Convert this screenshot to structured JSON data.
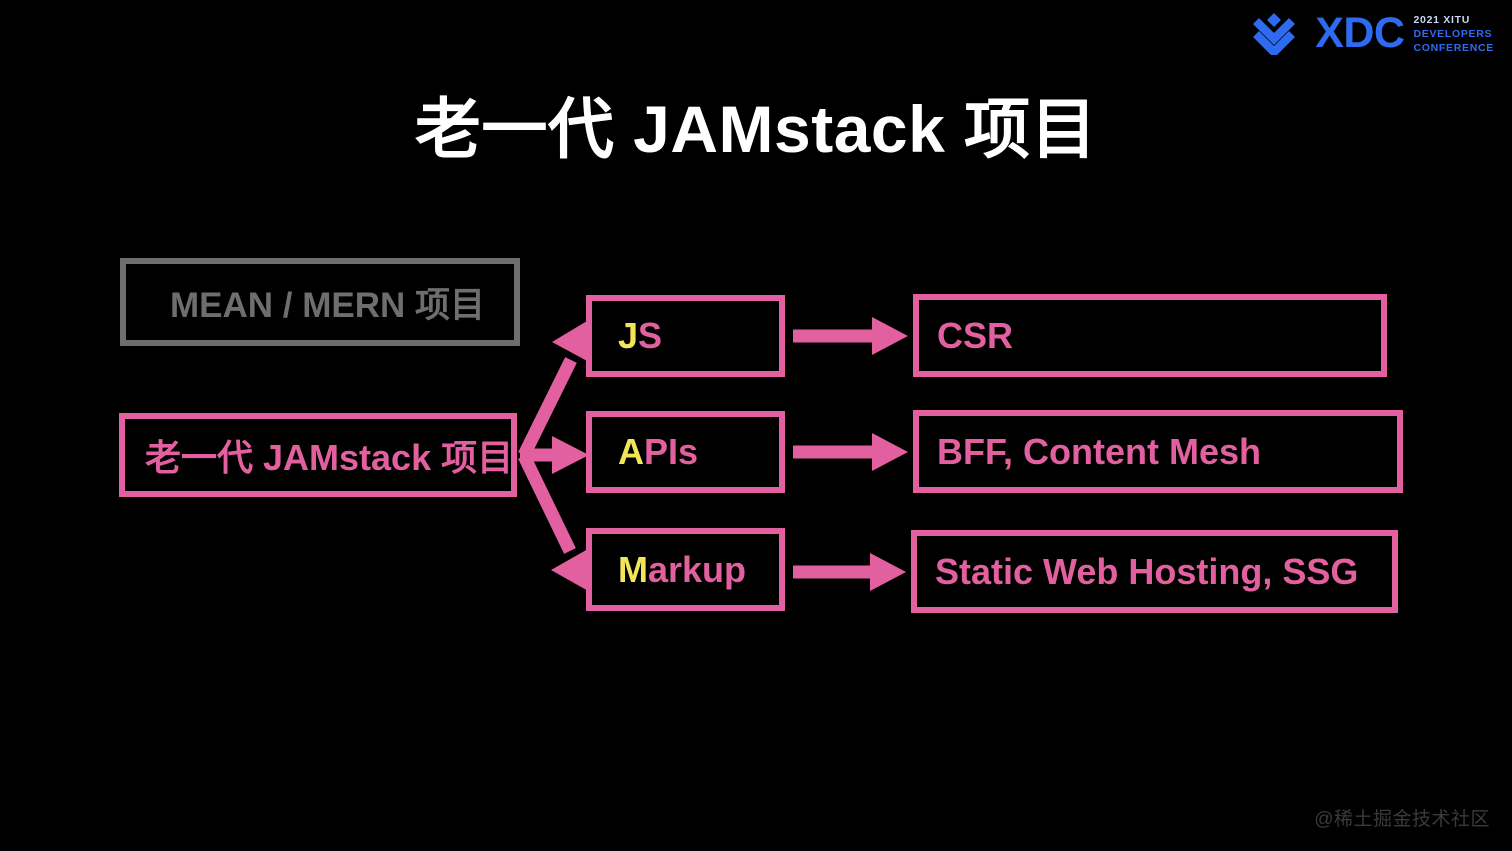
{
  "slide": {
    "title": "老一代 JAMstack 项目",
    "background_color": "#000000",
    "watermark": "@稀土掘金技术社区"
  },
  "brand": {
    "wordmark": "XDC",
    "line1": "2021 XITU",
    "line2": "DEVELOPERS",
    "line3": "CONFERENCE",
    "color": "#2f6bf0"
  },
  "colors": {
    "pink": "#e2609f",
    "yellow": "#f2e55a",
    "gray": "#6e6e6e",
    "white": "#ffffff"
  },
  "diagram": {
    "left_column": [
      {
        "id": "mean",
        "text": "MEAN / MERN 项目",
        "state": "inactive",
        "color": "#6e6e6e"
      },
      {
        "id": "jamstack",
        "text": "老一代 JAMstack 项目",
        "state": "active",
        "color": "#e2609f"
      }
    ],
    "middle_column": [
      {
        "id": "js",
        "initial": "J",
        "rest": "S",
        "text": "JS"
      },
      {
        "id": "apis",
        "initial": "A",
        "rest": "PIs",
        "text": "APIs"
      },
      {
        "id": "markup",
        "initial": "M",
        "rest": "arkup",
        "text": "Markup"
      }
    ],
    "right_column": [
      {
        "id": "csr",
        "text": "CSR"
      },
      {
        "id": "bff",
        "text": "BFF, Content Mesh"
      },
      {
        "id": "ssg",
        "text": "Static Web Hosting, SSG"
      }
    ],
    "connections": [
      {
        "from": "jamstack",
        "to": "js",
        "style": "diagonal-up-arrow"
      },
      {
        "from": "jamstack",
        "to": "apis",
        "style": "horizontal-arrow"
      },
      {
        "from": "jamstack",
        "to": "markup",
        "style": "diagonal-down-arrow"
      },
      {
        "from": "js",
        "to": "csr",
        "style": "horizontal-arrow"
      },
      {
        "from": "apis",
        "to": "bff",
        "style": "horizontal-arrow"
      },
      {
        "from": "markup",
        "to": "ssg",
        "style": "horizontal-arrow"
      }
    ]
  }
}
